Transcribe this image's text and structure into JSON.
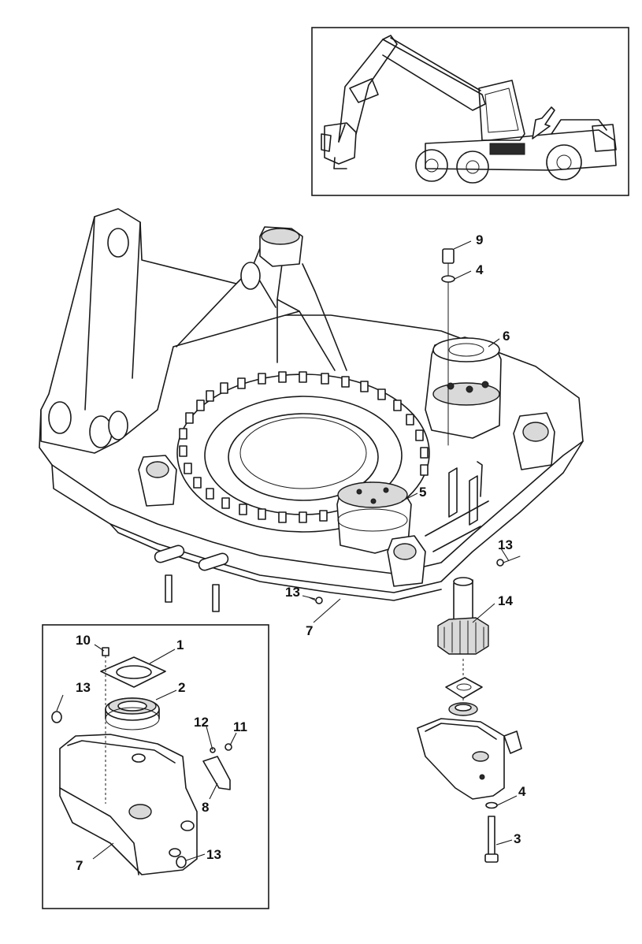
{
  "callouts": {
    "c1": "1",
    "c2": "2",
    "c3": "3",
    "c4a": "4",
    "c4b": "4",
    "c5": "5",
    "c6": "6",
    "c7a": "7",
    "c7b": "7",
    "c8": "8",
    "c9": "9",
    "c10": "10",
    "c11": "11",
    "c12": "12",
    "c13a": "13",
    "c13b": "13",
    "c13c": "13",
    "c13d": "13",
    "c14": "14"
  }
}
